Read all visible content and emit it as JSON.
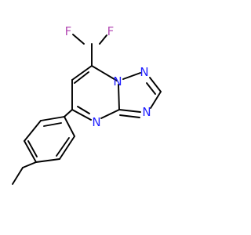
{
  "molecule": {
    "atoms": [
      {
        "id": "F1",
        "label": "F",
        "color": "#b44bb4"
      },
      {
        "id": "F2",
        "label": "F",
        "color": "#b44bb4"
      },
      {
        "id": "N1",
        "label": "N",
        "color": "#2020ff"
      },
      {
        "id": "N2",
        "label": "N",
        "color": "#2020ff"
      },
      {
        "id": "N3",
        "label": "N",
        "color": "#2020ff"
      },
      {
        "id": "N4",
        "label": "N",
        "color": "#2020ff"
      }
    ],
    "colors": {
      "bond": "#000000",
      "fluorine": "#b44bb4",
      "nitrogen": "#2020ff"
    }
  }
}
